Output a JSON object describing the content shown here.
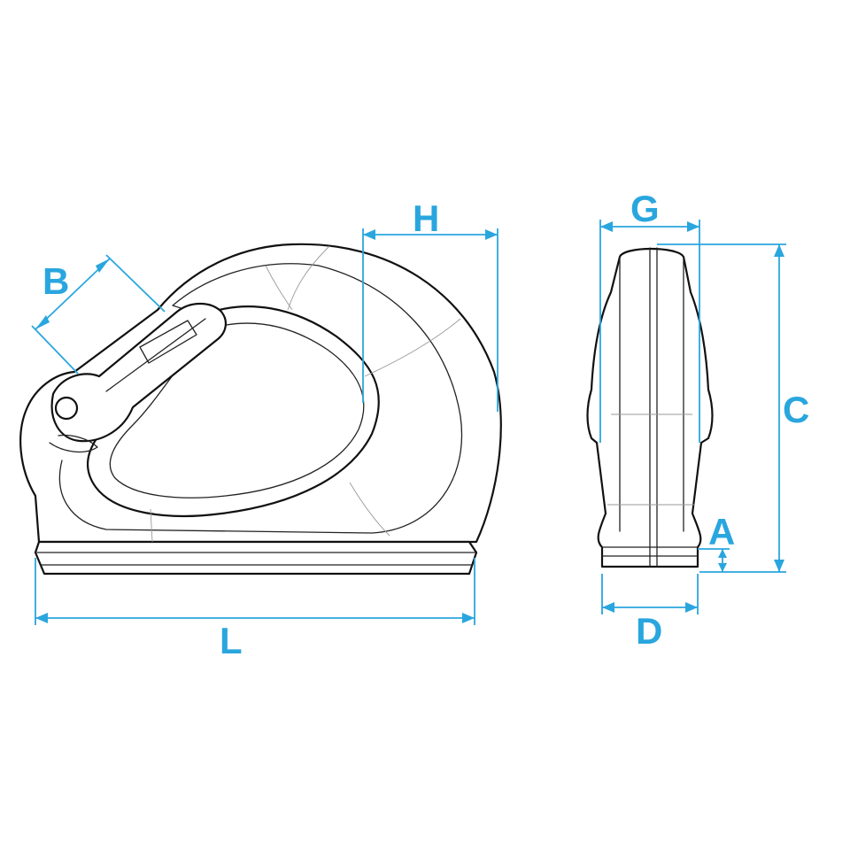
{
  "diagram": {
    "accent_color": "#2aa6de",
    "line_color": "#111111",
    "background": "#ffffff"
  },
  "labels": {
    "B": "B",
    "H": "H",
    "G": "G",
    "C": "C",
    "A": "A",
    "L": "L",
    "D": "D"
  }
}
